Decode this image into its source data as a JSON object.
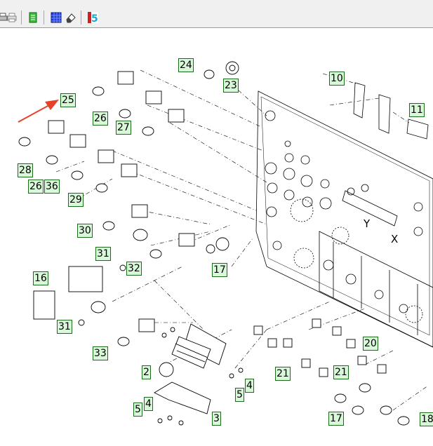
{
  "toolbar": {
    "buttons": [
      {
        "name": "print-icon"
      },
      {
        "name": "print-preview-icon"
      },
      {
        "name": "green-page-icon"
      },
      {
        "name": "blue-grid-icon"
      },
      {
        "name": "eraser-icon"
      },
      {
        "name": "red-s-icon",
        "text": "5"
      }
    ]
  },
  "callouts": {
    "c24": "24",
    "c23": "23",
    "c25": "25",
    "c26a": "26",
    "c27": "27",
    "c28": "28",
    "c26b": "26",
    "c36": "36",
    "c29": "29",
    "c10": "10",
    "c11": "11",
    "c30": "30",
    "c31a": "31",
    "c32": "32",
    "c17a": "17",
    "c16": "16",
    "c31b": "31",
    "c33": "33",
    "c2": "2",
    "c4a": "4",
    "c5a": "5",
    "c5b": "5",
    "c4b": "4",
    "c3": "3",
    "c20": "20",
    "c21a": "21",
    "c21b": "21",
    "c17b": "17",
    "c18": "18"
  },
  "panel_letters": {
    "y": "Y",
    "x": "X"
  },
  "colors": {
    "label_fill": "#d9f7d9",
    "label_border": "#1a6b1a",
    "arrow": "#e8402a"
  }
}
